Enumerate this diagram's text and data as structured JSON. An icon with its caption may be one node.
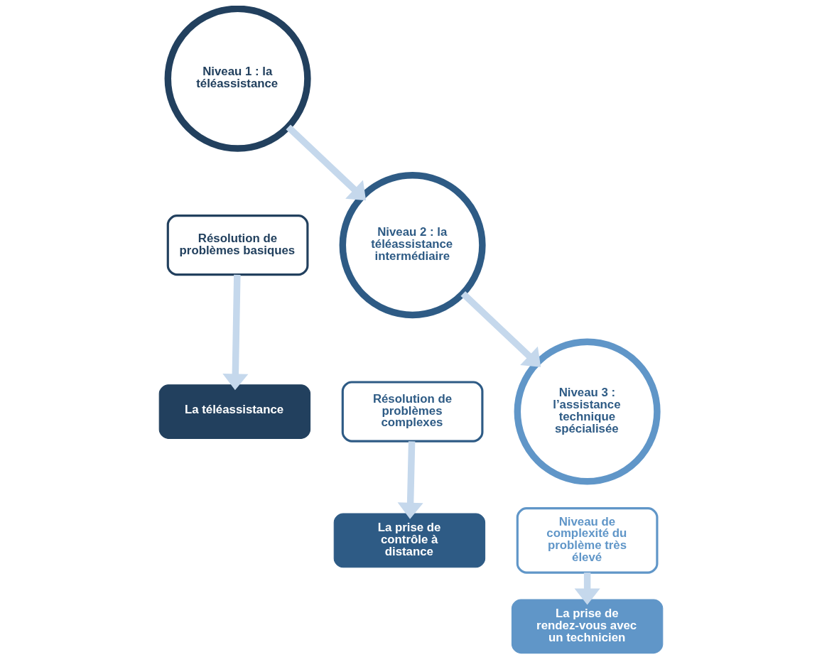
{
  "diagram": {
    "nodes": [
      {
        "text": [
          "Niveau 1 : la téléassistance"
        ]
      },
      {
        "text": [
          "Résolution de problèmes basiques"
        ]
      },
      {
        "text": [
          "La téléassistance"
        ]
      },
      {
        "text": [
          "Niveau 2 : la téléassistance intermédiaire"
        ]
      },
      {
        "text": [
          "Résolution de problèmes complexes"
        ]
      },
      {
        "text": [
          "La prise de contrôle à distance"
        ]
      },
      {
        "text": [
          "Niveau 3 : l’assistance technique spécialisée"
        ]
      },
      {
        "text": [
          "Niveau de complexité du problème très élevé"
        ]
      },
      {
        "text": [
          "La prise de rendez-vous avec un technicien"
        ]
      }
    ],
    "edges": [
      {
        "from": 0,
        "to": 3,
        "arrow": "to"
      },
      {
        "from": 3,
        "to": 6,
        "arrow": "to"
      },
      {
        "from": 1,
        "to": 2,
        "arrow": "to"
      },
      {
        "from": 4,
        "to": 5,
        "arrow": "to"
      },
      {
        "from": 7,
        "to": 8,
        "arrow": "to"
      }
    ]
  }
}
